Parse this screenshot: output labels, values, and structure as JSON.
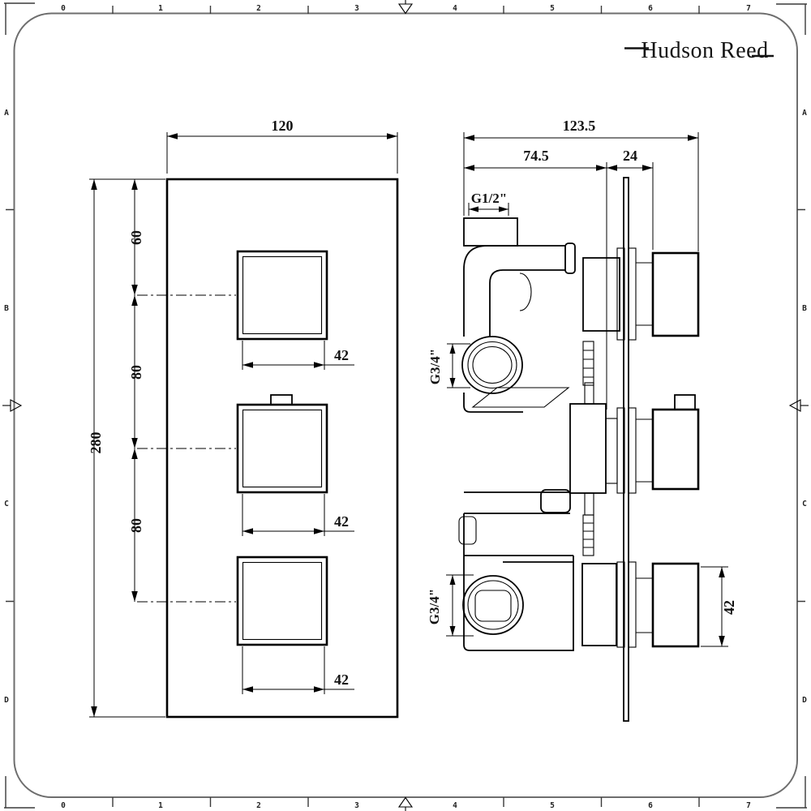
{
  "brand": {
    "logo_text": "Hudson Reed"
  },
  "sheet": {
    "top_numbers": [
      "0",
      "1",
      "2",
      "3",
      "4",
      "5",
      "6",
      "7"
    ],
    "bottom_numbers": [
      "0",
      "1",
      "2",
      "3",
      "4",
      "5",
      "6",
      "7"
    ],
    "left_letters": [
      "A",
      "B",
      "C",
      "D"
    ],
    "right_letters": [
      "A",
      "B",
      "C",
      "D"
    ]
  },
  "front_view": {
    "plate_width": "120",
    "plate_height": "280",
    "top_to_first_knob": "60",
    "knob_spacing_upper": "80",
    "knob_spacing_lower": "80",
    "knob_width_labels": [
      "42",
      "42",
      "42"
    ]
  },
  "side_view": {
    "overall_depth": "123.5",
    "valve_body_depth": "74.5",
    "plate_to_handle": "24",
    "top_inlet_thread": "G1/2\"",
    "mid_port_thread": "G3/4\"",
    "bottom_port_thread": "G3/4\"",
    "handle_height": "42"
  },
  "colors": {
    "line": "#000000",
    "frame": "#6e6e6e",
    "background": "#ffffff"
  }
}
